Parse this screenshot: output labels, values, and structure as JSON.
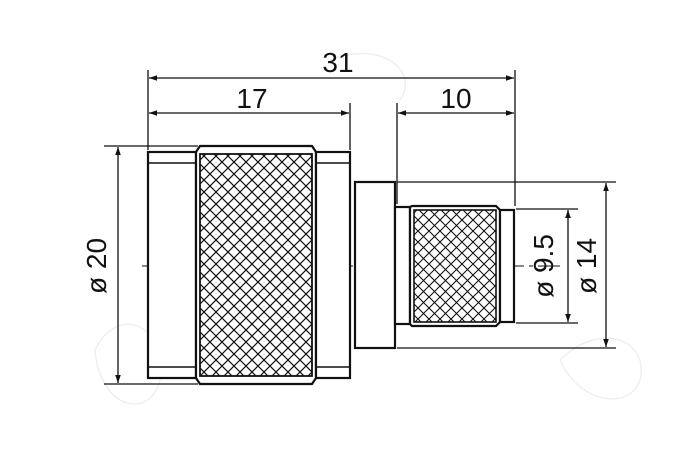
{
  "dimensions": {
    "overall_length": "31",
    "body_length": "17",
    "crimp_length": "10",
    "body_diameter": "ø 20",
    "ferrule_inner_diameter": "ø 9.5",
    "ferrule_outer_diameter": "ø 14"
  },
  "colors": {
    "line": "#111111",
    "background": "#ffffff"
  }
}
